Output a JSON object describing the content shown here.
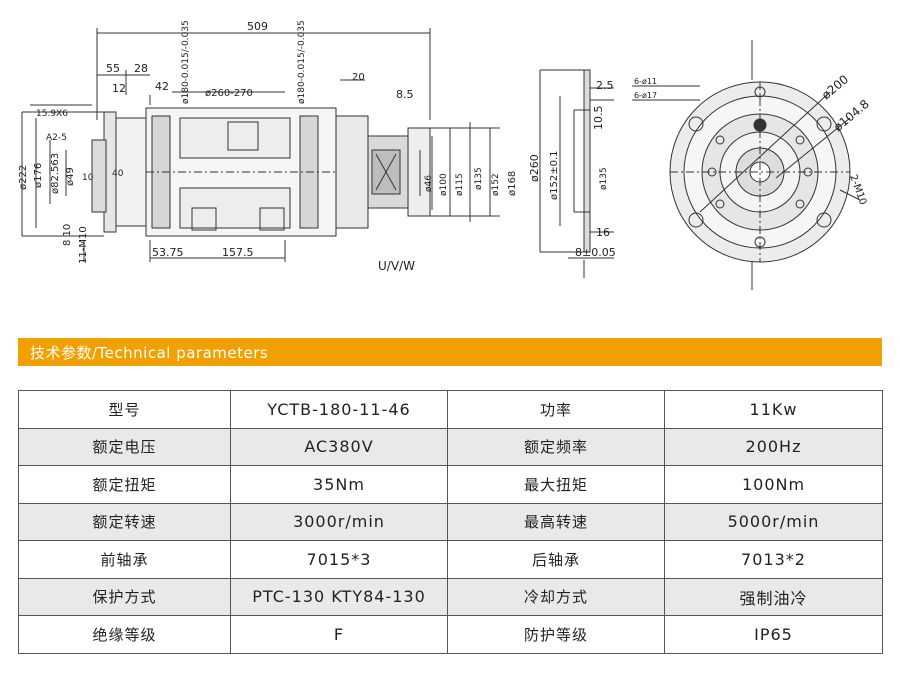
{
  "drawing": {
    "dim_509": "509",
    "dim_55": "55",
    "dim_28": "28",
    "dim_12": "12",
    "dim_42": "42",
    "dim_180_left": "ø180-0.015/-0.035",
    "dim_260_270": "ø260-270",
    "dim_180_right": "ø180-0.015/-0.035",
    "dim_20": "20",
    "dim_8_5": "8.5",
    "dim_15_9": "15.9X6",
    "dim_a2": "A2-5",
    "dim_222": "ø222",
    "dim_176": "ø176",
    "dim_82_563": "ø82.563",
    "dim_49": "ø49",
    "dim_10": "10",
    "dim_40": "40",
    "dim_8_10": "8 10",
    "dim_11_m10": "11-M10",
    "dim_53_75": "53.75",
    "dim_157_5": "157.5",
    "dim_46": "ø46",
    "dim_100": "ø100",
    "dim_115": "ø115",
    "dim_135_side": "ø135",
    "dim_152": "ø152",
    "dim_168": "ø168",
    "dim_uvw": "U/V/W",
    "dim_2_5": "2.5",
    "dim_10_5": "10.5",
    "dim_260_mid": "ø260",
    "dim_152_mid": "ø152±0.1",
    "dim_135_mid": "ø135",
    "dim_16": "16",
    "dim_8_005": "8±0.05",
    "dim_200": "ø200",
    "dim_104_8": "ø104.8",
    "dim_2_m10": "2-M10",
    "dim_6_11": "6-ø11",
    "dim_6_17": "6-ø17"
  },
  "section": {
    "title": "技术参数/Technical parameters"
  },
  "params": [
    [
      "型号",
      "YCTB-180-11-46",
      "功率",
      "11Kw"
    ],
    [
      "额定电压",
      "AC380V",
      "额定频率",
      "200Hz"
    ],
    [
      "额定扭矩",
      "35Nm",
      "最大扭矩",
      "100Nm"
    ],
    [
      "额定转速",
      "3000r/min",
      "最高转速",
      "5000r/min"
    ],
    [
      "前轴承",
      "7015*3",
      "后轴承",
      "7013*2"
    ],
    [
      "保护方式",
      "PTC-130 KTY84-130",
      "冷却方式",
      "强制油冷"
    ],
    [
      "绝缘等级",
      "F",
      "防护等级",
      "IP65"
    ]
  ],
  "colors": {
    "banner": "#f0a000",
    "row_shade": "#e9e9e9"
  }
}
